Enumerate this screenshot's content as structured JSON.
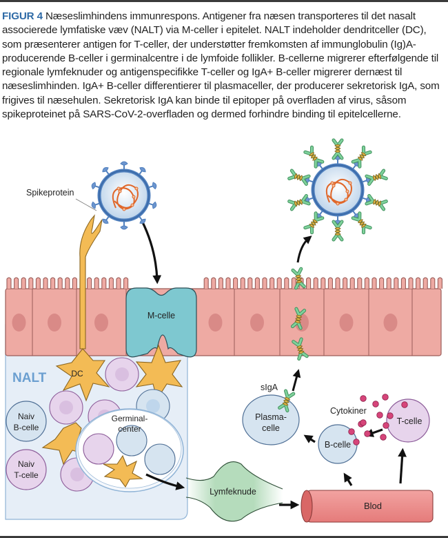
{
  "figure": {
    "label": "FIGUR 4",
    "caption": " Næseslimhindens immunrespons. Antigener fra næsen transporteres til det nasalt associerede lymfatiske væv (NALT) via M-celler i epitelet. NALT indeholder dendritceller (DC), som præsenterer antigen for T-celler, der understøtter fremkomsten af immunglobulin (Ig)A-producerende B-celler i germinalcentre i de lymfoide follikler. B-cellerne migrerer efterfølgende til regionale lymfeknuder og antigenspecifikke T-celler og IgA+ B-celler migrerer dernæst til næseslimhinden. IgA+ B-celler differentierer til plasmaceller, der producerer sekretorisk IgA, som frigives til næsehulen. Sekretorisk IgA kan binde til epitoper på overfladen af virus, såsom spikeproteinet på SARS-CoV-2-overfladen og dermed forhindre binding til epitelcellerne."
  },
  "labels": {
    "spikeprotein": "Spikeprotein",
    "m_cell": "M-celle",
    "nalt": "NALT",
    "dc": "DC",
    "naive_b_line1": "Naiv",
    "naive_b_line2": "B-celle",
    "naive_t_line1": "Naiv",
    "naive_t_line2": "T-celle",
    "germinal_line1": "Germinal-",
    "germinal_line2": "center",
    "lymph_node": "Lymfeknude",
    "blood": "Blod",
    "siga": "sIgA",
    "plasma_line1": "Plasma-",
    "plasma_line2": "celle",
    "b_cell": "B-celle",
    "t_cell": "T-celle",
    "cytokines": "Cytokiner"
  },
  "colors": {
    "caption_accent": "#2e6aa6",
    "epithelium": "#eeaaa3",
    "m_cell": "#7ec8d0",
    "dendritic_cell": "#f3bb55",
    "nalt_region": "#e6eef7",
    "t_cell": "#e7d4ec",
    "b_cell": "#d6e4f0",
    "lymph_node": "#b5dcbc",
    "blood_vessel": "#ec8a88",
    "cytokine": "#d6457a",
    "virus_membrane": "#5b8dc9",
    "rna": "#e0672a",
    "antibody": "#6cc08a"
  }
}
